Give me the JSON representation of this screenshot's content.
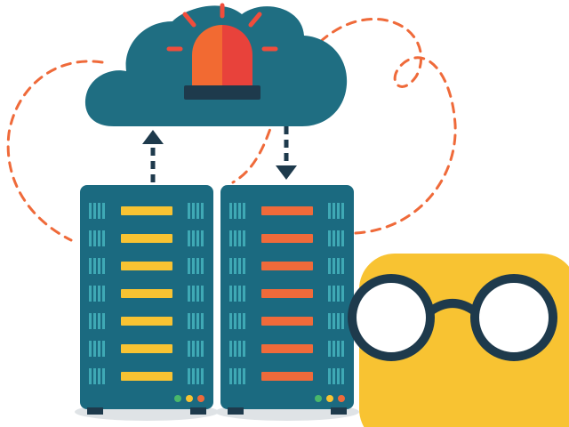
{
  "colors": {
    "background": "#ffffff",
    "cloud": "#1f6e82",
    "alarm_orange": "#f26a32",
    "alarm_red": "#e8423b",
    "alarm_base": "#1e3a4c",
    "ray": "#f04d3c",
    "dashed_path": "#ef6a3a",
    "arrow": "#1e3a4c",
    "server_body": "#1b6a80",
    "server_shadow": "#dfe3e6",
    "vent": "#3fa9b5",
    "yellow_slot": "#f8c332",
    "orange_slot": "#ef6a3a",
    "led_green": "#49b86a",
    "led_yellow": "#f8c332",
    "led_orange": "#ef6a3a",
    "character": "#f8c332",
    "glasses_frame": "#1e3a4c",
    "glasses_lens": "#ffffff"
  },
  "icons": {
    "cloud": "cloud-icon",
    "alarm": "alarm-light-icon",
    "upload_arrow": "arrow-up-icon",
    "download_arrow": "arrow-down-icon",
    "server_left": "server-rack-icon",
    "server_right": "server-rack-icon",
    "glasses": "glasses-icon"
  },
  "racks": {
    "left_slot_color": "yellow_slot",
    "right_slot_color": "orange_slot",
    "slot_count": 7
  }
}
